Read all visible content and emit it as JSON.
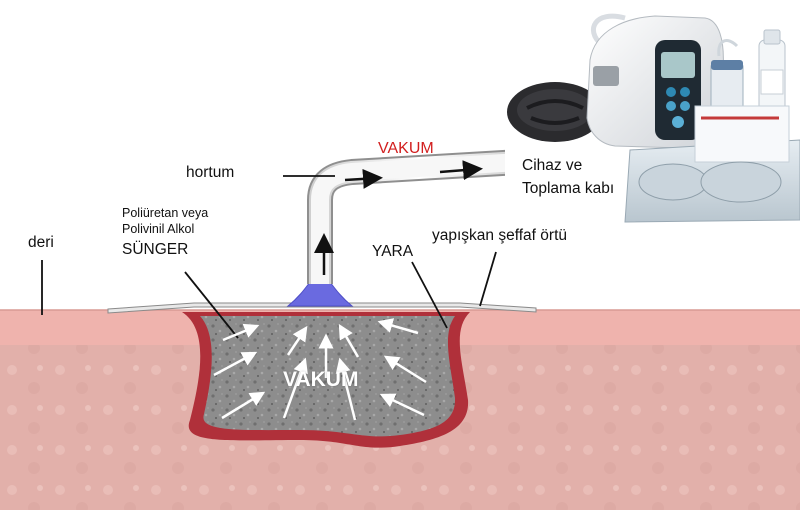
{
  "labels": {
    "vakum_top": "VAKUM",
    "hortum": "hortum",
    "cihaz_line1": "Cihaz ve",
    "cihaz_line2": "Toplama kabı",
    "sunger_line1": "Poliüretan veya",
    "sunger_line2": "Polivinil Alkol",
    "sunger_title": "SÜNGER",
    "yapiskan": "yapışkan şeffaf örtü",
    "deri": "deri",
    "yara": "YARA",
    "vakum_center": "VAKUM"
  },
  "colors": {
    "vakum_label": "#d21f1f",
    "skin_epidermis": "#efb3ad",
    "skin_dermis": "#e3b1ab",
    "wound_bed": "#b0303a",
    "sponge": "#8c8c8c",
    "connector": "#6a6ae0",
    "drape": "#e8e8e8",
    "vacuum_arrows": "#ffffff"
  },
  "icons": {
    "device_photo": "npwt-device-photo"
  }
}
